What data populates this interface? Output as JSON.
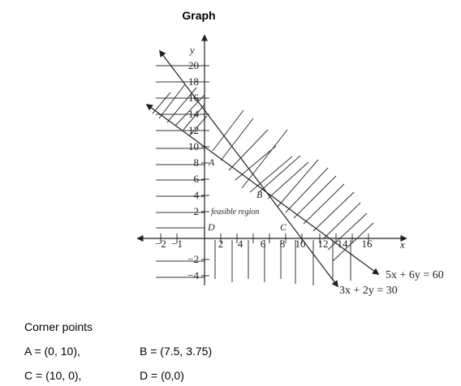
{
  "title": "Graph",
  "axes": {
    "x_label": "x",
    "y_label": "y",
    "x_ticks": [
      "−2",
      "−1",
      "2",
      "4",
      "6",
      "8",
      "10",
      "12",
      "14",
      "16"
    ],
    "y_ticks": [
      "20",
      "18",
      "16",
      "14",
      "12",
      "10",
      "8",
      "6",
      "4",
      "2",
      "−2",
      "−4"
    ]
  },
  "points": {
    "A": {
      "label": "A",
      "x": 0,
      "y": 10
    },
    "B": {
      "label": "B",
      "x": 7.5,
      "y": 3.75
    },
    "C": {
      "label": "C",
      "x": 10,
      "y": 0
    },
    "D": {
      "label": "D",
      "x": 0,
      "y": 0
    }
  },
  "lines": {
    "line1": {
      "equation": "5x + 6y = 60"
    },
    "line2": {
      "equation": "3x + 2y = 30"
    }
  },
  "region_label": "feasible region",
  "corner_points": {
    "heading": "Corner points",
    "A": "A = (0, 10),",
    "B": "B = (7.5, 3.75)",
    "C": "C = (10, 0),",
    "D": "D = (0,0)"
  }
}
